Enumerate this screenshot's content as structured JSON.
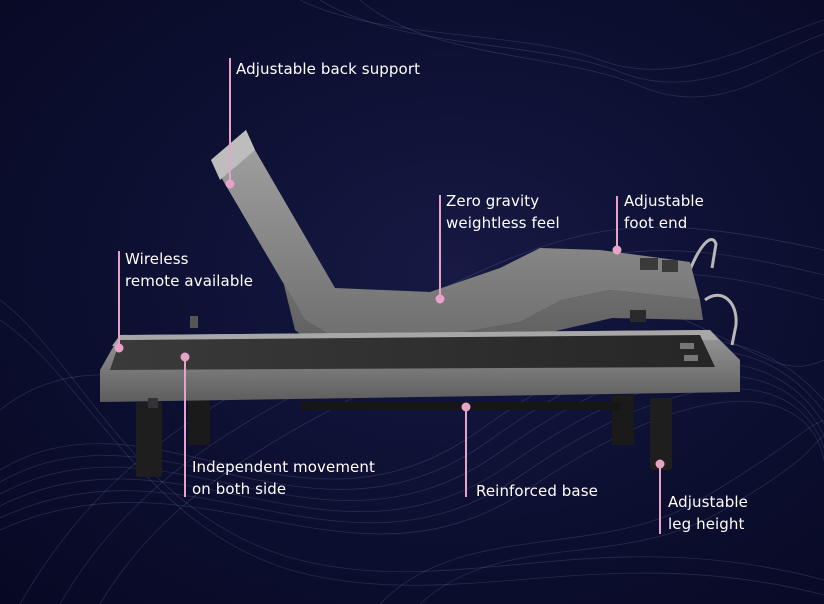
{
  "colors": {
    "background": "#0b0e2e",
    "accent_pink": "#e7a2c8",
    "text": "#ffffff",
    "frame_fabric": "#8e8e8e",
    "deck": "#2f2f2f"
  },
  "image": {
    "subject": "adjustable-bed-base"
  },
  "callouts": [
    {
      "id": "back-support",
      "lines": [
        "Adjustable back support"
      ]
    },
    {
      "id": "zero-gravity",
      "lines": [
        "Zero gravity",
        "weightless feel"
      ]
    },
    {
      "id": "foot-end",
      "lines": [
        "Adjustable",
        "foot end"
      ]
    },
    {
      "id": "wireless-remote",
      "lines": [
        "Wireless",
        "remote available"
      ]
    },
    {
      "id": "independent-movement",
      "lines": [
        "Independent movement",
        "on both side"
      ]
    },
    {
      "id": "reinforced-base",
      "lines": [
        "Reinforced base"
      ]
    },
    {
      "id": "leg-height",
      "lines": [
        "Adjustable",
        "leg height"
      ]
    }
  ]
}
